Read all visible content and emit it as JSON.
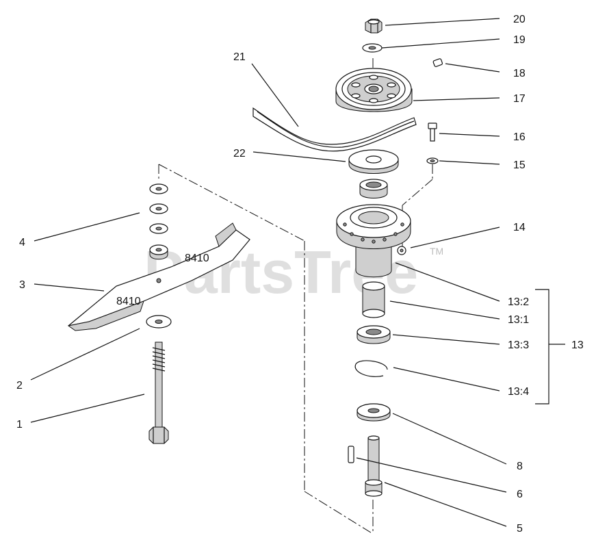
{
  "watermark": {
    "text": "PartsTree",
    "trademark": "TM"
  },
  "callouts": {
    "p1": "1",
    "p2": "2",
    "p3": "3",
    "p4": "4",
    "p5": "5",
    "p6": "6",
    "p8": "8",
    "p13": "13",
    "p13_1": "13:1",
    "p13_2": "13:2",
    "p13_3": "13:3",
    "p13_4": "13:4",
    "p14": "14",
    "p15": "15",
    "p16": "16",
    "p17": "17",
    "p18": "18",
    "p19": "19",
    "p20": "20",
    "p21": "21",
    "p22": "22"
  },
  "blade_markings": {
    "a": "8410",
    "b": "8410"
  }
}
